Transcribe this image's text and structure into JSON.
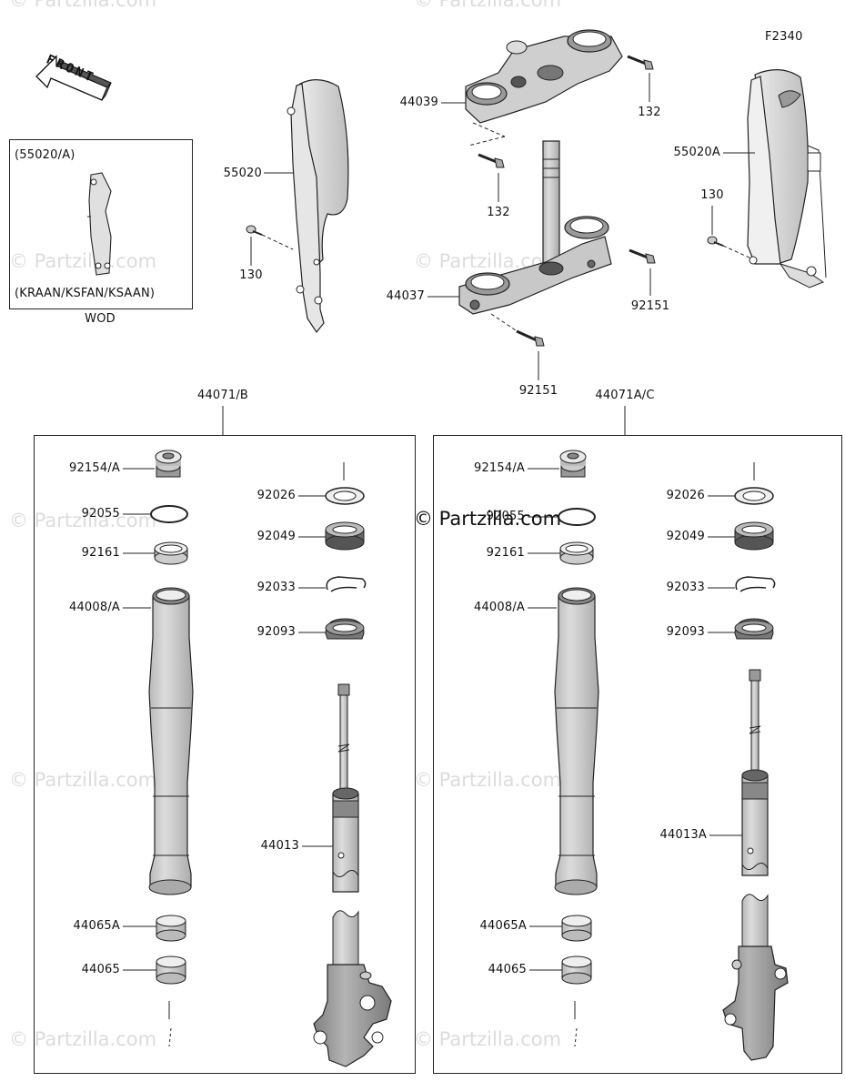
{
  "figure_code": "F2340",
  "front_label": "FRONT",
  "watermark": "© Partzilla.com",
  "inset": {
    "ref": "(55020/A)",
    "models": "(KRAAN/KSFAN/KSAAN)",
    "caption": "WOD"
  },
  "top_parts": {
    "cover_left": "55020",
    "screw_left": "130",
    "upper_bracket": "44039",
    "bolt_upper_a": "132",
    "bolt_upper_b": "132",
    "stem": "44037",
    "bolt_stem_a": "92151",
    "bolt_stem_b": "92151",
    "cover_right": "55020A",
    "screw_right": "130"
  },
  "left_assembly": {
    "title": "44071/B",
    "cap": "92154/A",
    "oring": "92055",
    "collar": "92161",
    "outer_tube": "44008/A",
    "washer": "92026",
    "oil_seal": "92049",
    "clip": "92033",
    "dust_seal": "92093",
    "inner_tube": "44013",
    "bushing_a": "44065A",
    "bushing": "44065"
  },
  "right_assembly": {
    "title": "44071A/C",
    "cap": "92154/A",
    "oring": "92055",
    "collar": "92161",
    "outer_tube": "44008/A",
    "washer": "92026",
    "oil_seal": "92049",
    "clip": "92033",
    "dust_seal": "92093",
    "inner_tube": "44013A",
    "bushing_a": "44065A",
    "bushing": "44065"
  }
}
